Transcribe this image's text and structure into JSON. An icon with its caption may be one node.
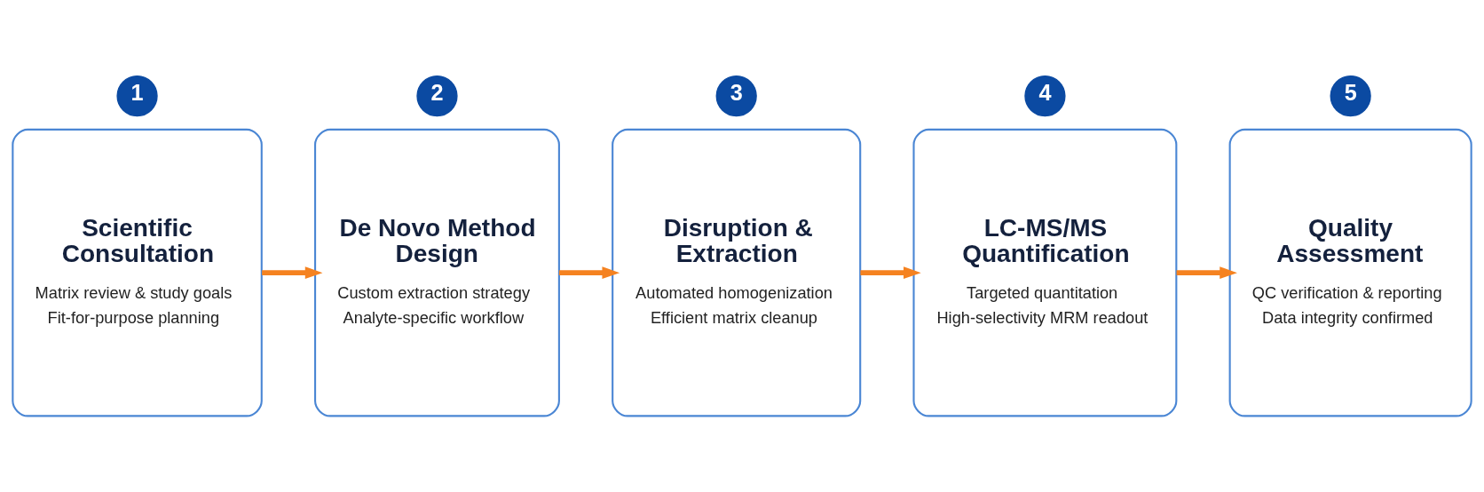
{
  "diagram": {
    "nodes": [
      {
        "text": [
          "1"
        ]
      },
      {
        "text": [
          "Scientific Consultation",
          "Matrix review & study goals",
          "Fit-for-purpose planning"
        ]
      },
      {
        "text": [
          "2"
        ]
      },
      {
        "text": [
          "De Novo Method Design",
          "Custom extraction strategy",
          "Analyte-specific workflow"
        ]
      },
      {
        "text": [
          "3"
        ]
      },
      {
        "text": [
          "Disruption & Extraction",
          "Automated homogenization",
          "Efficient matrix cleanup"
        ]
      },
      {
        "text": [
          "4"
        ]
      },
      {
        "text": [
          "LC-MS/MS Quantification",
          "Targeted quantitation",
          "High-selectivity MRM readout"
        ]
      },
      {
        "text": [
          "5"
        ]
      },
      {
        "text": [
          "Quality Assessment",
          "QC verification & reporting",
          "Data integrity confirmed"
        ]
      }
    ],
    "edges": [
      {
        "from": 1,
        "to": 3,
        "arrow": "to"
      },
      {
        "from": 3,
        "to": 5,
        "arrow": "to"
      },
      {
        "from": 5,
        "to": 7,
        "arrow": "to"
      },
      {
        "from": 7,
        "to": 9,
        "arrow": "to"
      }
    ]
  }
}
